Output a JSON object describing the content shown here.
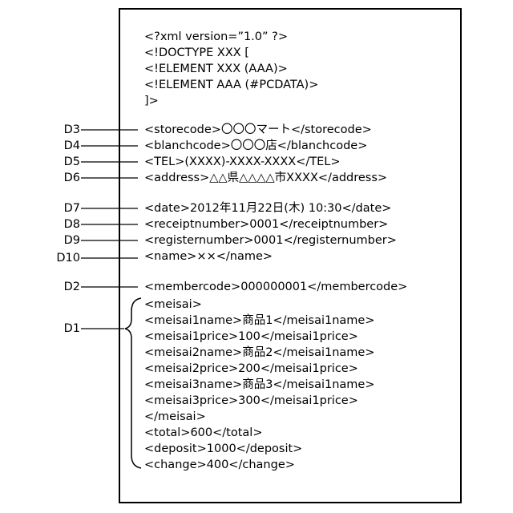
{
  "lines": {
    "l1": "<?xml version=”1.0” ?>",
    "l2": "<!DOCTYPE XXX [",
    "l3": "<!ELEMENT XXX (AAA)>",
    "l4": "<!ELEMENT AAA (#PCDATA)>",
    "l5": "]>",
    "l6": "<storecode>〇〇〇マート</storecode>",
    "l7": "<blanchcode>〇〇〇店</blanchcode>",
    "l8": "<TEL>(XXXX)-XXXX-XXXX</TEL>",
    "l9": "<address>△△県△△△△市XXXX</address>",
    "l10": "<date>2012年11月22日(木) 10:30</date>",
    "l11": "<receiptnumber>0001</receiptnumber>",
    "l12": "<registernumber>0001</registernumber>",
    "l13": "<name>××</name>",
    "l14": "<membercode>000000001</membercode>",
    "l15": "<meisai>",
    "l16": "<meisai1name>商品1</meisai1name>",
    "l17": "<meisai1price>100</meisai1price>",
    "l18": "<meisai2name>商品2</meisai1name>",
    "l19": "<meisai2price>200</meisai1price>",
    "l20": "<meisai3name>商品3</meisai1name>",
    "l21": "<meisai3price>300</meisai1price>",
    "l22": "</meisai>",
    "l23": "<total>600</total>",
    "l24": "<deposit>1000</deposit>",
    "l25": "<change>400</change>"
  },
  "labels": {
    "d1": "D1",
    "d2": "D2",
    "d3": "D3",
    "d4": "D4",
    "d5": "D5",
    "d6": "D6",
    "d7": "D7",
    "d8": "D8",
    "d9": "D9",
    "d10": "D10"
  }
}
